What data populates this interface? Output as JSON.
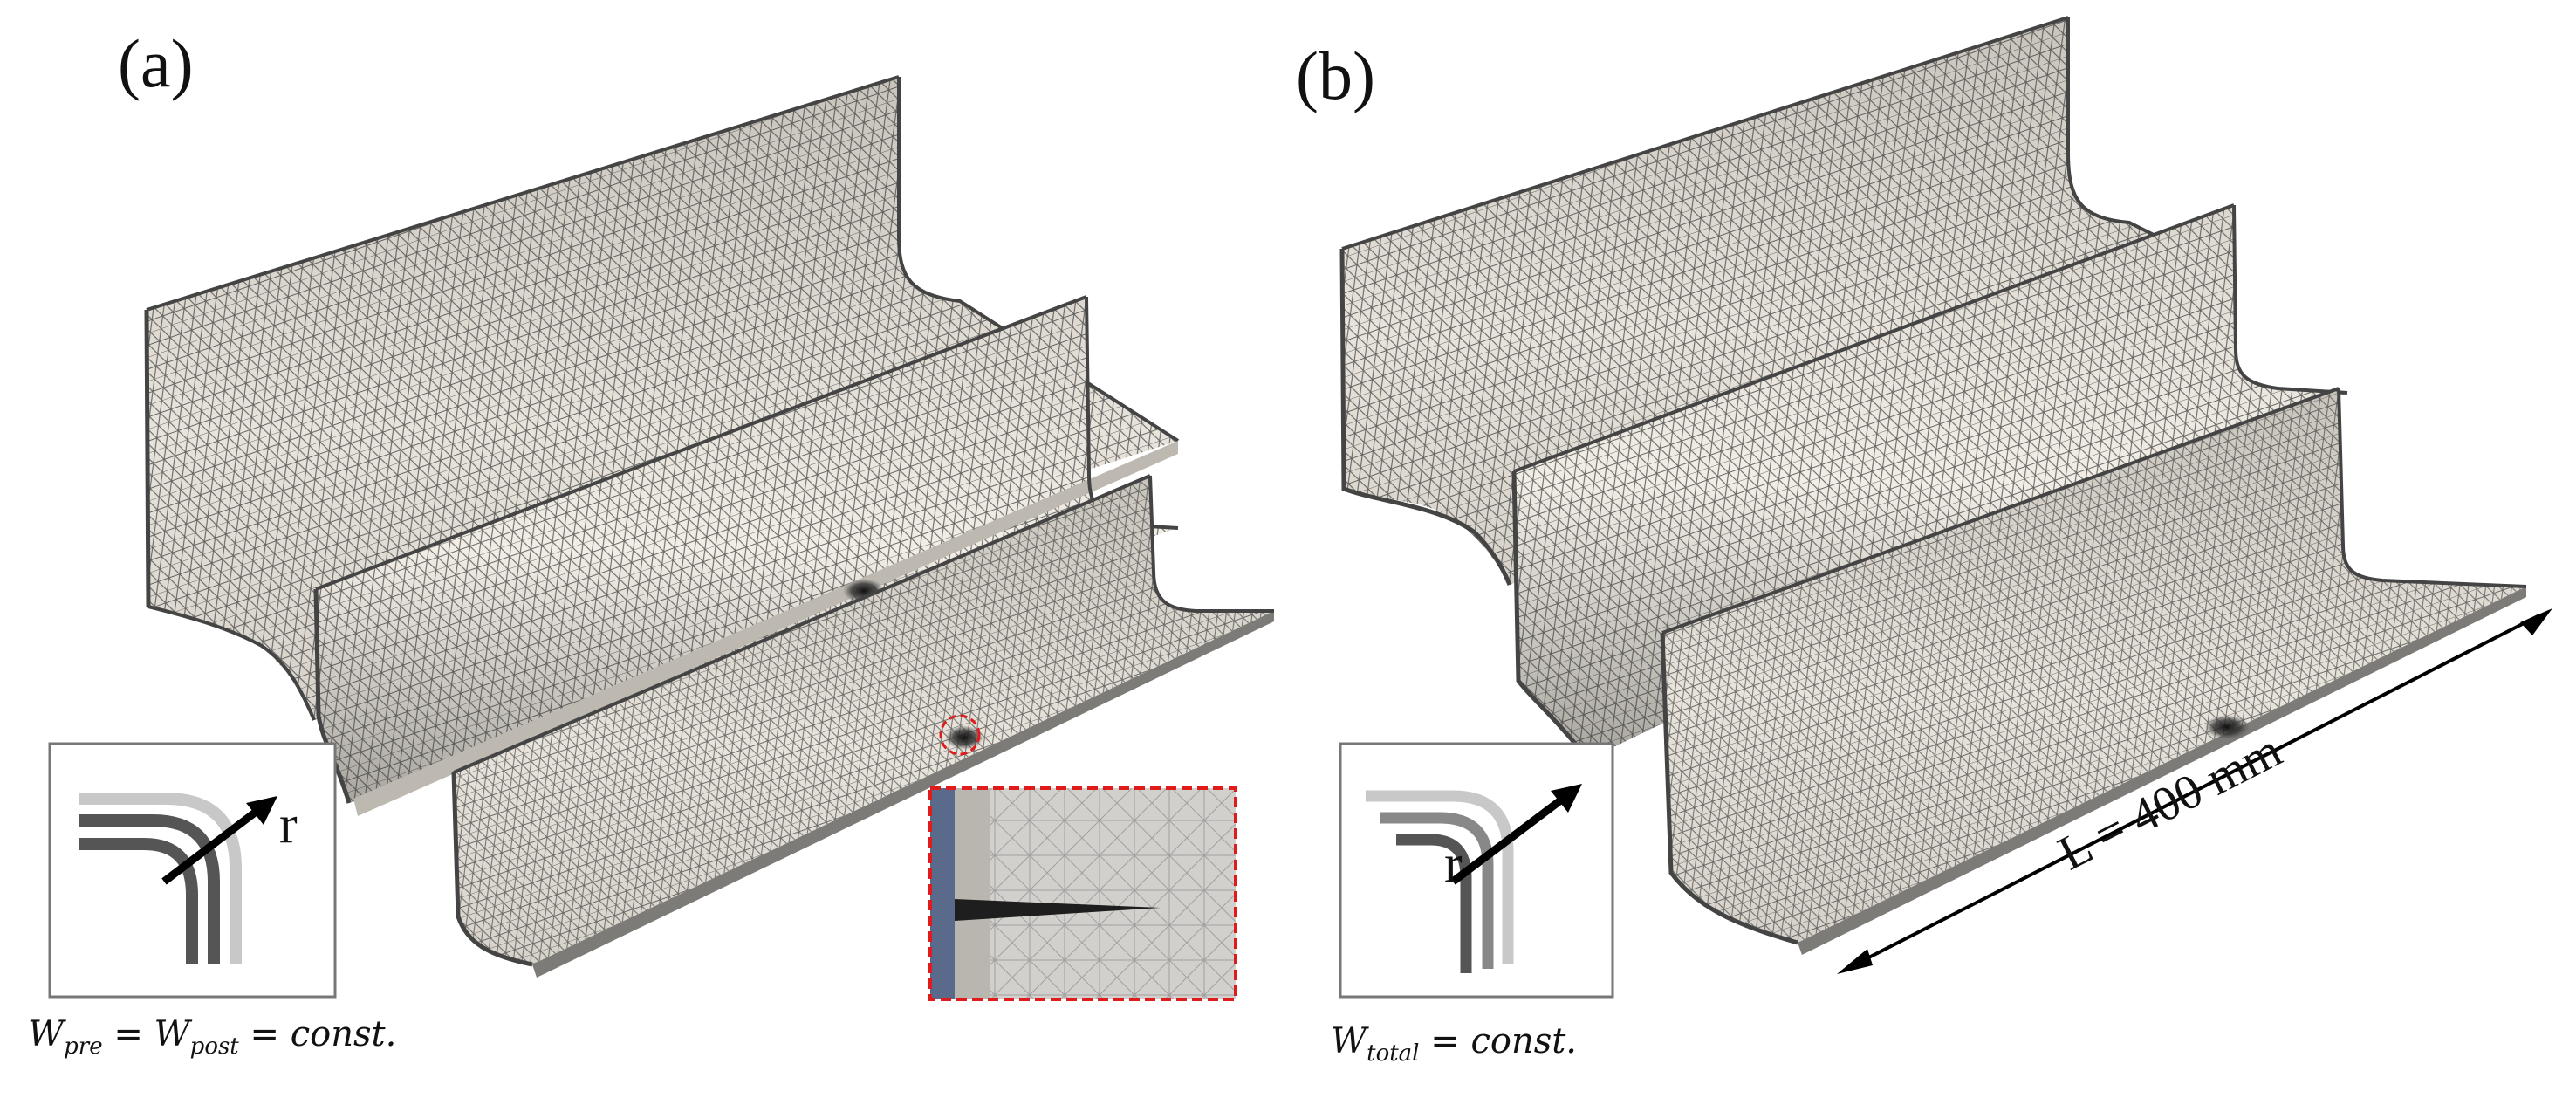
{
  "panel_a": {
    "label": "(a)",
    "formula": {
      "parts": [
        "W",
        "pre",
        "=",
        "W",
        "post",
        "=",
        "const."
      ]
    },
    "icon": {
      "arrow_label": "r",
      "name": "radius-arrow-icon"
    }
  },
  "panel_b": {
    "label": "(b)",
    "formula": {
      "parts": [
        "W",
        "total",
        "=",
        "const."
      ]
    },
    "icon": {
      "arrow_label": "r",
      "name": "radius-arrow-icon"
    },
    "dimension": "L = 400 mm"
  },
  "colors": {
    "mesh_fill": "#e9e5dc",
    "mesh_fill_dark": "#8e8c88",
    "mesh_line": "#3a3a3a",
    "edge": "#444444",
    "inset_border": "#e01b1b",
    "inset_strip": "#5a6a8a",
    "icon_light": "#c8c8c8",
    "icon_dark": "#555555"
  }
}
